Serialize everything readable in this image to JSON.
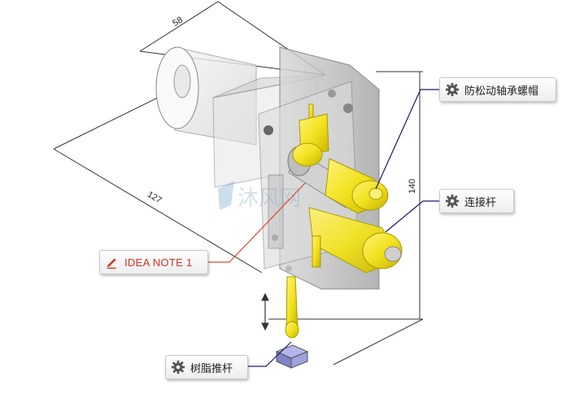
{
  "dimensions": {
    "top": "58",
    "left": "127",
    "right": "140"
  },
  "callouts": {
    "nut": "防松动轴承螺帽",
    "rod": "连接杆",
    "push": "树脂推杆",
    "idea": "IDEA NOTE 1"
  },
  "watermark": "沐风网",
  "colors": {
    "yellow": "#f2e21e",
    "leader_blue": "#1a1a6e",
    "leader_red": "#e0472c",
    "idea_red": "#d0322a"
  }
}
